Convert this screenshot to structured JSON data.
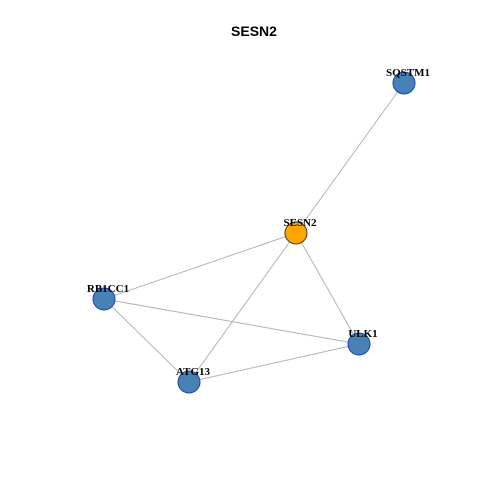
{
  "title": "SESN2",
  "colors": {
    "focus_fill": "#FFA500",
    "focus_stroke": "#3d3d3d",
    "node_fill": "#4682B4",
    "node_stroke": "#1f3fbf",
    "edge": "#b3b3b3"
  },
  "nodes": [
    {
      "id": "SQSTM1",
      "label": "SQSTM1",
      "focus": false
    },
    {
      "id": "SESN2",
      "label": "SESN2",
      "focus": true
    },
    {
      "id": "RB1CC1",
      "label": "RB1CC1",
      "focus": false
    },
    {
      "id": "ULK1",
      "label": "ULK1",
      "focus": false
    },
    {
      "id": "ATG13",
      "label": "ATG13",
      "focus": false
    }
  ],
  "edges": [
    {
      "source": "SQSTM1",
      "target": "SESN2"
    },
    {
      "source": "SESN2",
      "target": "RB1CC1"
    },
    {
      "source": "SESN2",
      "target": "ULK1"
    },
    {
      "source": "SESN2",
      "target": "ATG13"
    },
    {
      "source": "RB1CC1",
      "target": "ULK1"
    },
    {
      "source": "RB1CC1",
      "target": "ATG13"
    },
    {
      "source": "ATG13",
      "target": "ULK1"
    }
  ]
}
